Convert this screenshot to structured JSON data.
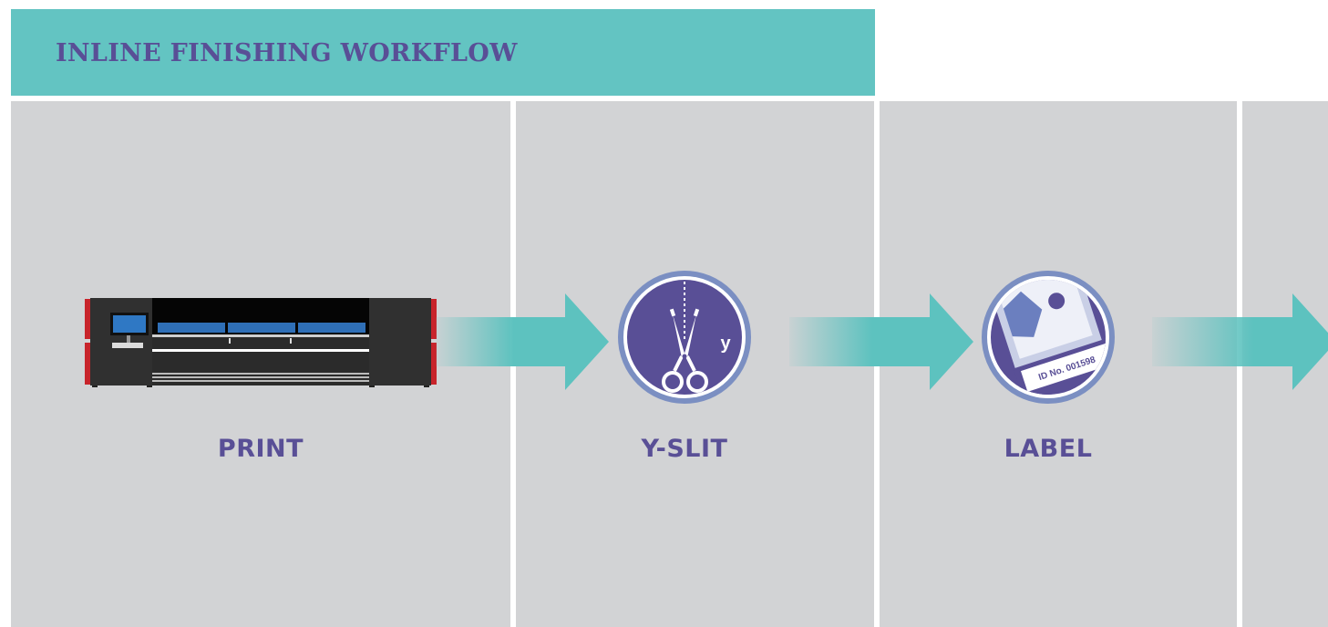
{
  "header": {
    "title": "INLINE FINISHING WORKFLOW"
  },
  "steps": [
    {
      "label": "PRINT",
      "icon": "printer-icon"
    },
    {
      "label": "Y-SLIT",
      "icon": "scissors-icon",
      "badge": "y"
    },
    {
      "label": "LABEL",
      "icon": "label-icon",
      "label_text": "ID No. 001598"
    }
  ],
  "colors": {
    "header_bg": "#63c4c2",
    "accent_purple": "#594f96",
    "panel_bg": "#d2d3d5",
    "arrow_teal": "#5dc2bf"
  }
}
